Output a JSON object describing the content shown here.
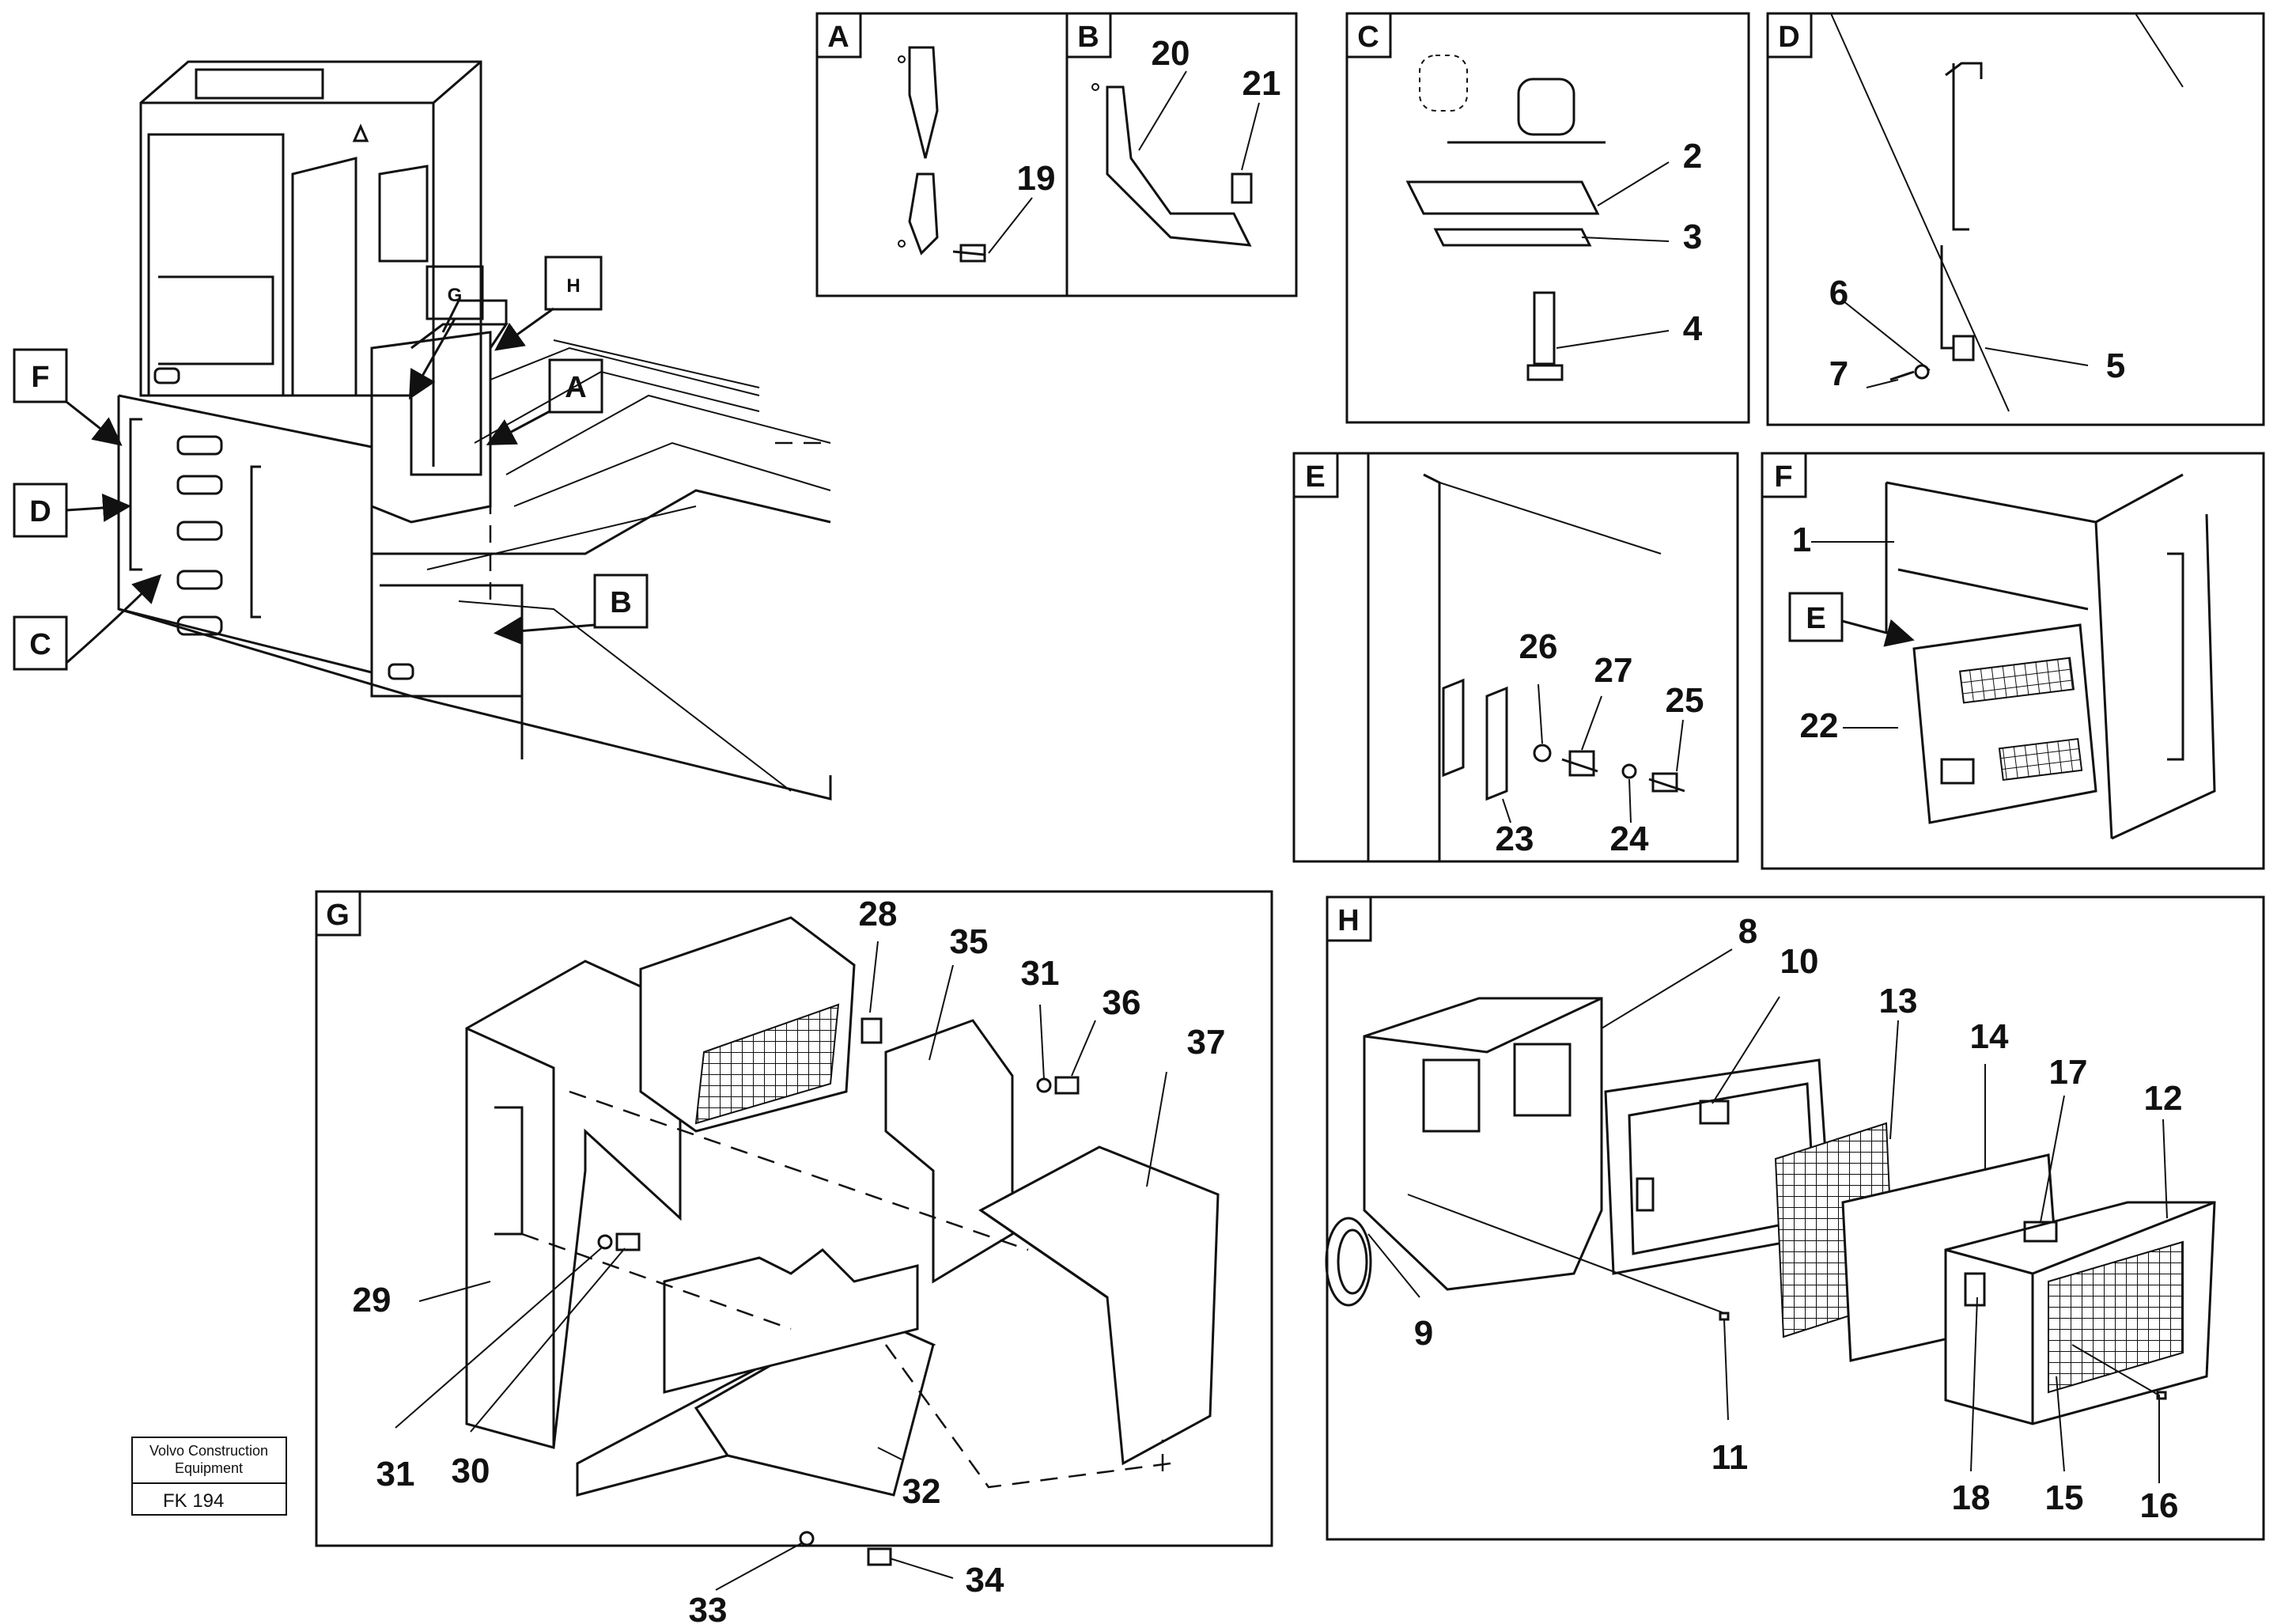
{
  "title_block": {
    "company_line1": "Volvo Construction",
    "company_line2": "Equipment",
    "drawing_no": "FK 194"
  },
  "overview_refs": [
    "F",
    "D",
    "C",
    "G",
    "H",
    "A",
    "B"
  ],
  "panels": [
    {
      "id": "A",
      "parts": [
        "19"
      ]
    },
    {
      "id": "B",
      "parts": [
        "20",
        "21"
      ]
    },
    {
      "id": "C",
      "parts": [
        "2",
        "3",
        "4"
      ]
    },
    {
      "id": "D",
      "parts": [
        "6",
        "7",
        "5"
      ]
    },
    {
      "id": "E",
      "parts": [
        "26",
        "27",
        "25",
        "23",
        "24"
      ]
    },
    {
      "id": "F",
      "parts": [
        "1",
        "22"
      ],
      "refs": [
        "E"
      ]
    },
    {
      "id": "G",
      "parts": [
        "28",
        "35",
        "31",
        "36",
        "37",
        "29",
        "31",
        "30",
        "32",
        "33",
        "34"
      ]
    },
    {
      "id": "H",
      "parts": [
        "8",
        "10",
        "13",
        "14",
        "17",
        "12",
        "9",
        "11",
        "18",
        "15",
        "16"
      ]
    }
  ]
}
